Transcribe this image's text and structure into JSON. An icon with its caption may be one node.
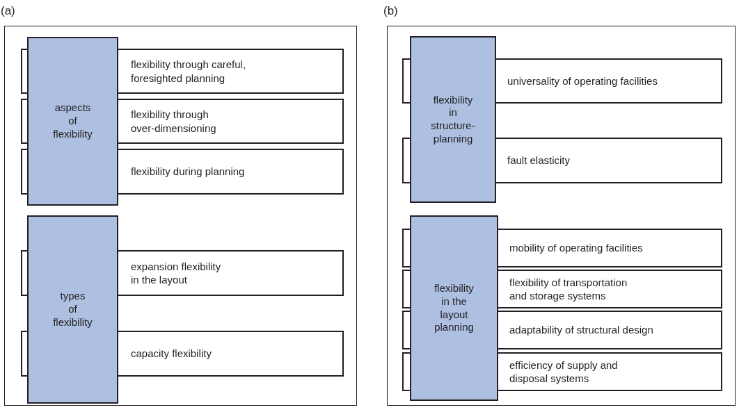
{
  "diagram": {
    "nodes": [
      {
        "text": [
          "(a)"
        ]
      },
      {
        "text": [
          "aspects of flexibility"
        ],
        "in": 0
      },
      {
        "text": [
          "flexibility through careful, foresighted planning"
        ],
        "in": 0
      },
      {
        "text": [
          "flexibility through over-dimensioning"
        ],
        "in": 0
      },
      {
        "text": [
          "flexibility during planning"
        ],
        "in": 0
      },
      {
        "text": [
          "types of flexibility"
        ],
        "in": 0
      },
      {
        "text": [
          "expansion flexibility in the layout"
        ],
        "in": 0
      },
      {
        "text": [
          "capacity flexibility"
        ],
        "in": 0
      },
      {
        "text": [
          "(b)"
        ]
      },
      {
        "text": [
          "flexibility in structure-planning"
        ],
        "in": 8
      },
      {
        "text": [
          "universality of operating facilities"
        ],
        "in": 8
      },
      {
        "text": [
          "fault elasticity"
        ],
        "in": 8
      },
      {
        "text": [
          "flexibility in the layout planning"
        ],
        "in": 8
      },
      {
        "text": [
          "mobility of operating facilities"
        ],
        "in": 8
      },
      {
        "text": [
          "flexibility of transportation and storage systems"
        ],
        "in": 8
      },
      {
        "text": [
          "adaptability of structural design"
        ],
        "in": 8
      },
      {
        "text": [
          "efficiency of supply and disposal systems"
        ],
        "in": 8
      }
    ]
  }
}
